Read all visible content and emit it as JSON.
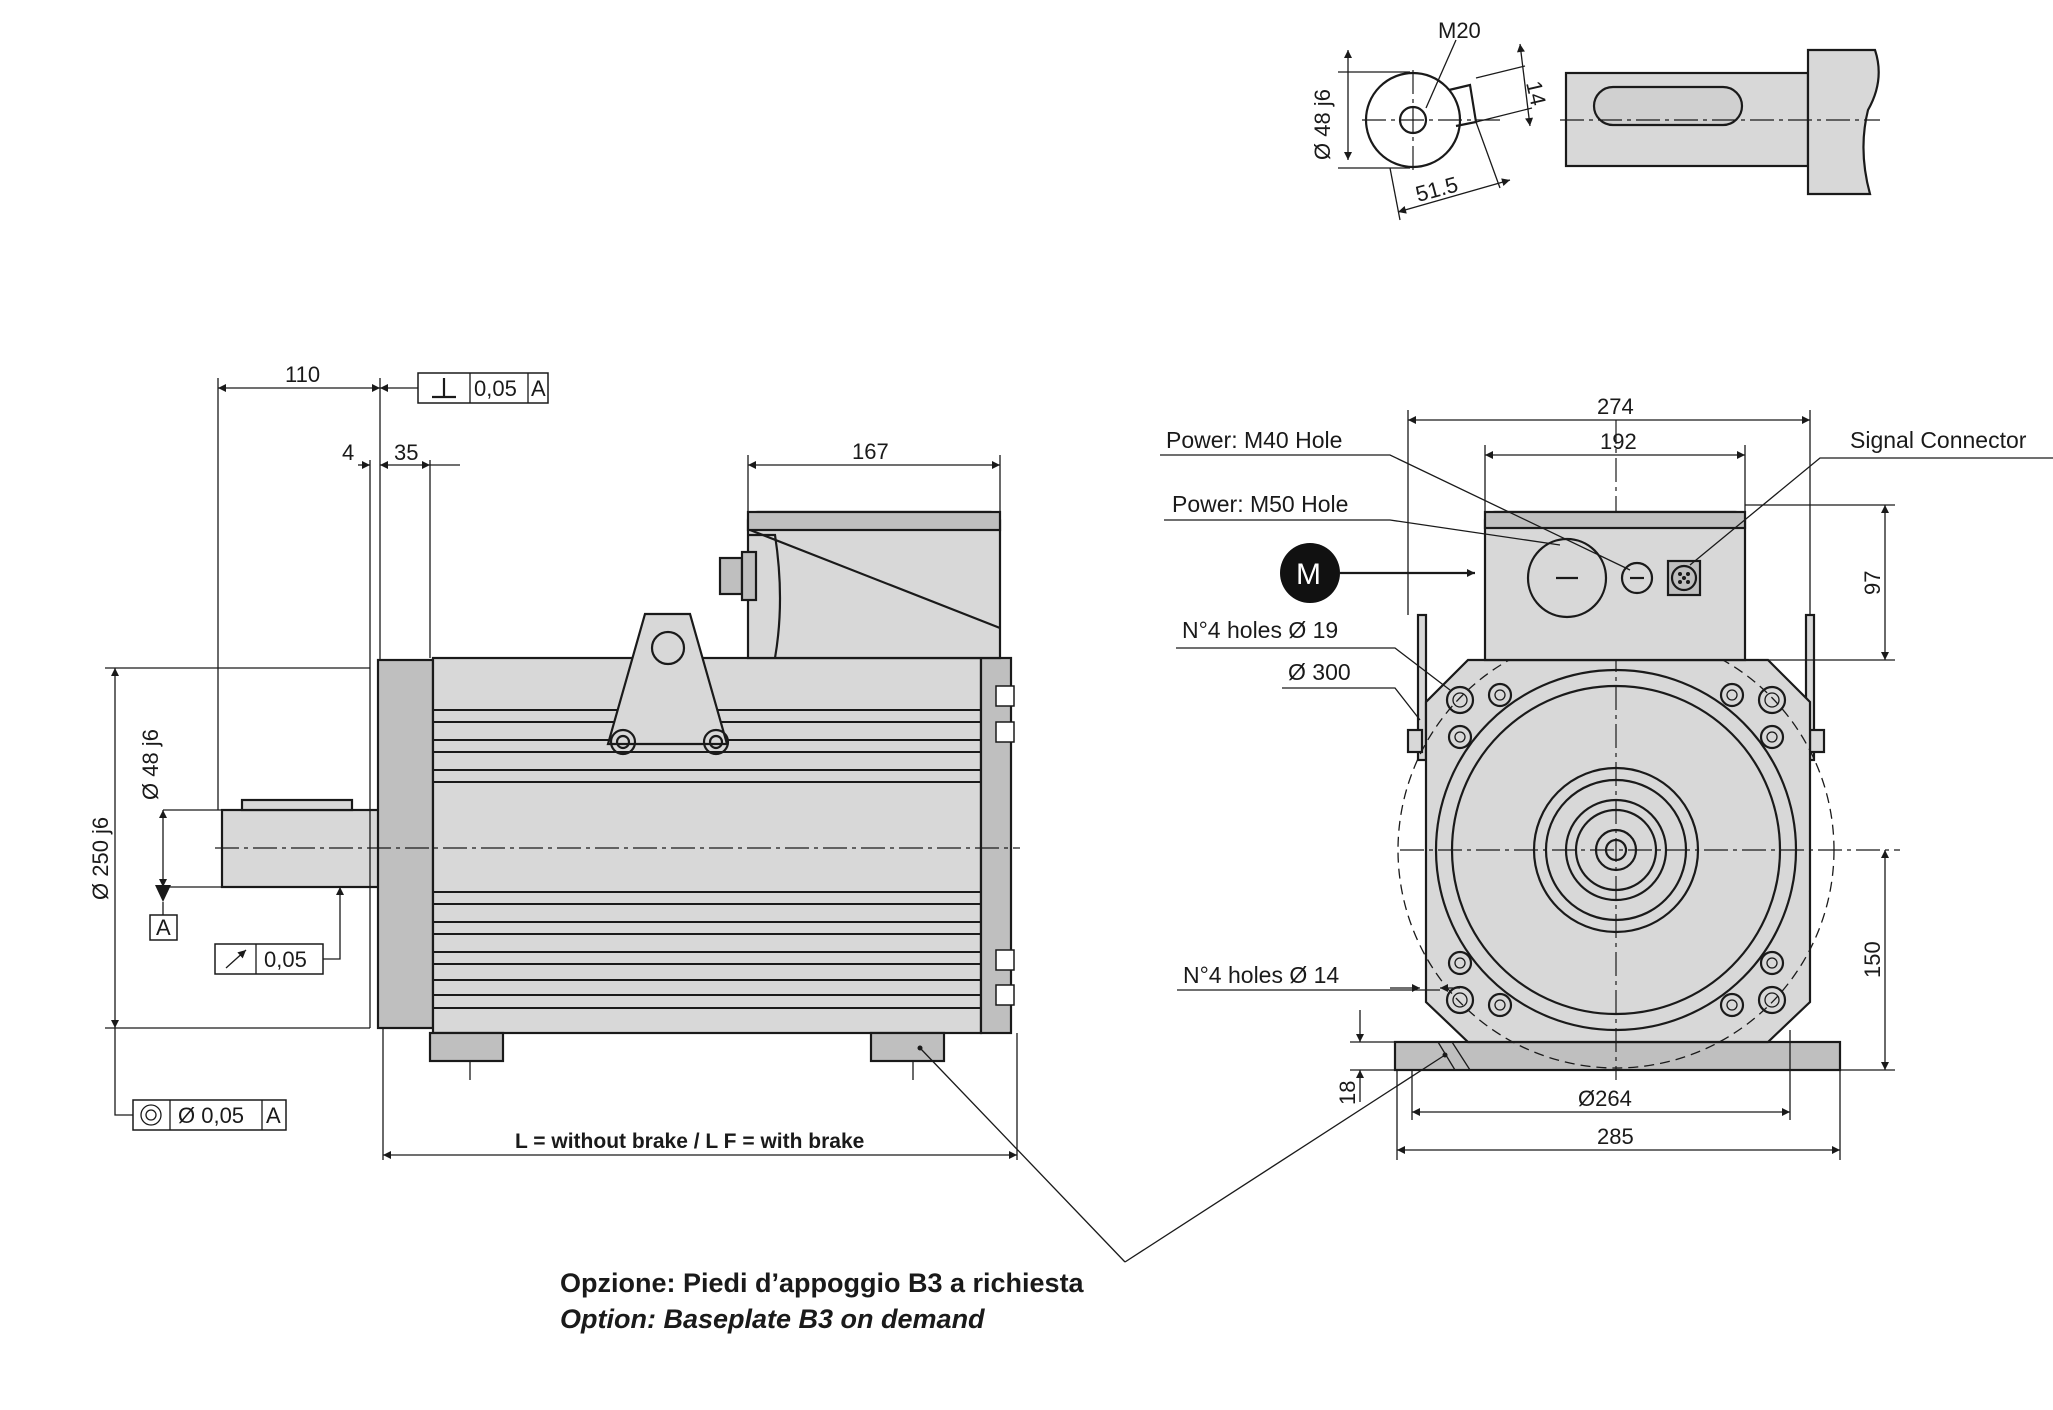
{
  "top_view": {
    "thread": "M20",
    "diameter": "Ø 48 j6",
    "key_width": "14",
    "key_height": "51.5"
  },
  "side_view": {
    "shaft_length": "110",
    "tolerance_perp_value": "0,05",
    "tolerance_perp_ref": "A",
    "offset_4": "4",
    "offset_35": "35",
    "box_width": "167",
    "shaft_diameter": "Ø 48 j6",
    "flange_diameter": "Ø 250 j6",
    "datum": "A",
    "runout_value": "0,05",
    "concentricity_value": "Ø 0,05",
    "concentricity_ref": "A",
    "length_label": "L = without brake / L F = with brake"
  },
  "front_view": {
    "width_274": "274",
    "width_192": "192",
    "power_m40": "Power: M40 Hole",
    "power_m50": "Power: M50 Hole",
    "signal": "Signal Connector",
    "m_badge": "M",
    "holes_19": "N°4 holes Ø 19",
    "dia_300": "Ø 300",
    "holes_14": "N°4 holes Ø 14",
    "height_97": "97",
    "height_150": "150",
    "height_18": "18",
    "dia_264": "Ø264",
    "width_285": "285"
  },
  "caption": {
    "line_it": "Opzione: Piedi d’appoggio B3 a richiesta",
    "line_en": "Option: Baseplate B3 on demand"
  }
}
